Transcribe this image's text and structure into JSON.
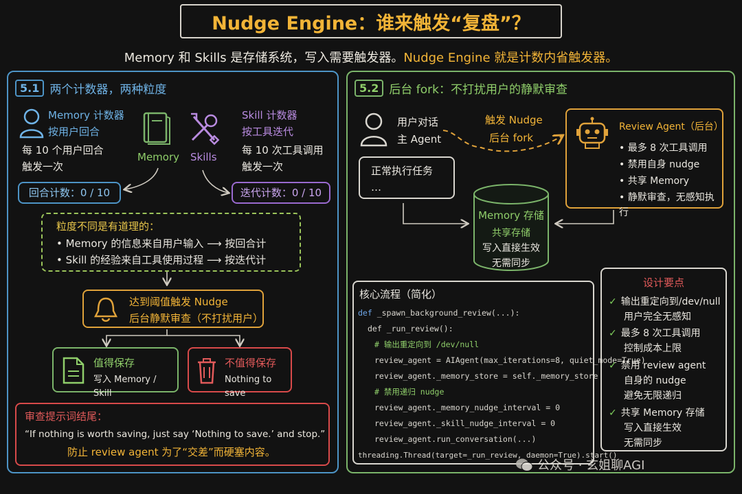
{
  "header": {
    "title": "Nudge Engine：谁来触发“复盘”？",
    "subtitle_part1": "Memory 和 Skills 是存储系统，写入需要触发器。",
    "subtitle_part2": "Nudge Engine 就是计数内省触发器。"
  },
  "left": {
    "tag": "5.1",
    "title": "两个计数器，两种粒度",
    "memory_counter": {
      "title": "Memory 计数器",
      "subtitle": "按用户回合",
      "desc1": "每 10 个用户回合",
      "desc2": "触发一次"
    },
    "icon_memory_label": "Memory",
    "icon_skills_label": "Skills",
    "skill_counter": {
      "title": "Skill 计数器",
      "subtitle": "按工具迭代",
      "desc1": "每 10 次工具调用",
      "desc2": "触发一次"
    },
    "turn_count": "回合计数：0 / 10",
    "iter_count": "迭代计数：0 / 10",
    "granularity": {
      "title": "粒度不同是有道理的：",
      "line1": "• Memory 的信息来自用户输入 ⟶ 按回合计",
      "line2": "• Skill 的经验来自工具使用过程 ⟶ 按迭代计"
    },
    "threshold": {
      "line1": "达到阈值触发 Nudge",
      "line2": "后台静默审查（不打扰用户）"
    },
    "save": {
      "title": "值得保存",
      "desc": "写入 Memory / Skill"
    },
    "nosave": {
      "title": "不值得保存",
      "desc": "Nothing to save"
    },
    "prompt": {
      "title": "审查提示词结尾：",
      "quote": "“If nothing is worth saving, just say ‘Nothing to save.’ and stop.”",
      "note": "防止 review agent 为了“交差”而硬塞内容。"
    }
  },
  "right": {
    "tag": "5.2",
    "title": "后台 fork：不打扰用户的静默审查",
    "user_agent": {
      "line1": "用户对话",
      "line2": "主 Agent"
    },
    "trigger": {
      "line1": "触发 Nudge",
      "line2": "后台 fork"
    },
    "task": {
      "line1": "正常执行任务",
      "line2": "…"
    },
    "review_agent": {
      "title": "Review Agent（后台）",
      "items": [
        "• 最多 8 次工具调用",
        "• 禁用自身 nudge",
        "• 共享 Memory",
        "• 静默审查，无感知执行"
      ]
    },
    "memory_store": {
      "title": "Memory 存储",
      "line1": "共享存储",
      "line2": "写入直接生效",
      "line3": "无需同步"
    },
    "code": {
      "title": "核心流程（简化）",
      "l1_kw": "def",
      "l1": " _spawn_background_review(...):",
      "l2": "def _run_review():",
      "l3": "# 输出重定向到 /dev/null",
      "l4": "review_agent = AIAgent(max_iterations=8, quiet_mode=True)",
      "l5": "review_agent._memory_store = self._memory_store",
      "l6": "# 禁用递归 nudge",
      "l7": "review_agent._memory_nudge_interval = 0",
      "l8": "review_agent._skill_nudge_interval = 0",
      "l9": "review_agent.run_conversation(...)",
      "l10": "threading.Thread(target=_run_review, daemon=True).start()"
    },
    "design": {
      "title": "设计要点",
      "p1a": "输出重定向到/dev/null",
      "p1b": "用户完全无感知",
      "p2a": "最多 8 次工具调用",
      "p2b": "控制成本上限",
      "p3a": "禁用 review agent",
      "p3b": "自身的 nudge",
      "p3c": "避免无限递归",
      "p4a": "共享 Memory 存储",
      "p4b": "写入直接生效",
      "p4c": "无需同步"
    }
  },
  "watermark": "公众号 · 玄姐聊AGI"
}
